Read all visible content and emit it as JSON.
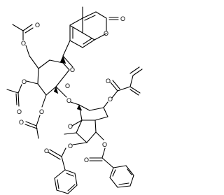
{
  "labels": {
    "carbonyl_o": "O",
    "ring_o_coumarin": "O",
    "aryl_ether_o": "O",
    "c6_ester_o": "O",
    "c6_acetyl_o": "O",
    "glc_ring_o": "O",
    "c4_ester_o": "O",
    "c4_acetyl_o": "O",
    "c3_ester_o": "O",
    "c3_acetyl_o": "O",
    "glycosidic_o": "O",
    "rha_ring_o": "O",
    "c2b_ester_o": "O",
    "c2b_benzoyl_o": "O",
    "c4b_ester_o": "O",
    "c4b_benzoyl_o": "O",
    "c3b_ester_o": "O",
    "c3b_benzoyl_o": "O"
  }
}
